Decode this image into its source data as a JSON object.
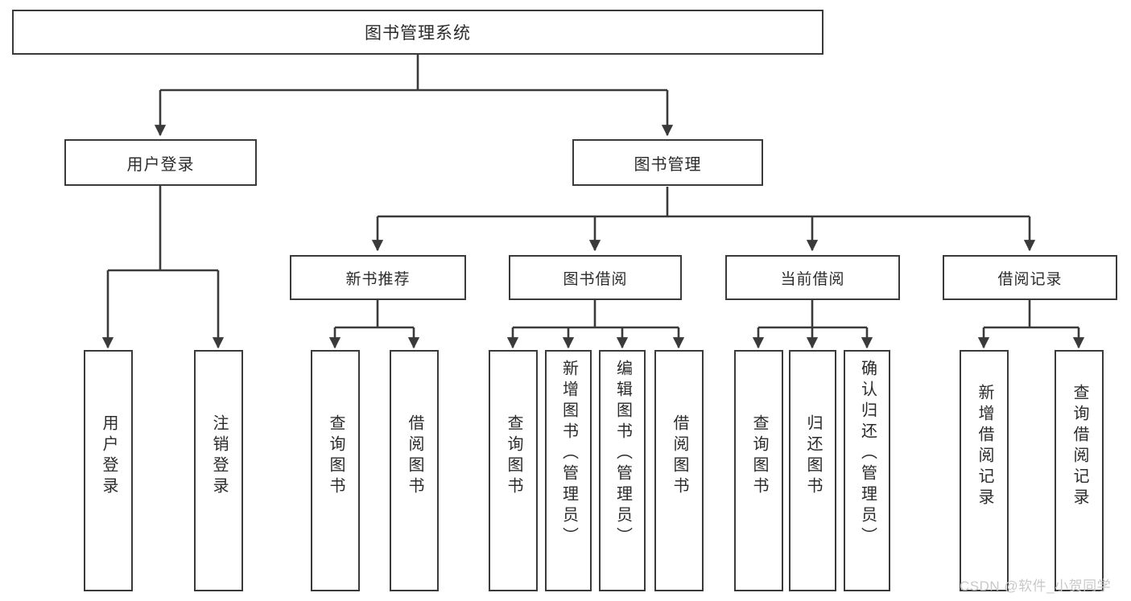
{
  "diagram": {
    "type": "tree",
    "title": "图书管理系统",
    "orientation": "top-down",
    "colors": {
      "background": "#ffffff",
      "box_border": "#3a3a3a",
      "box_fill": "#ffffff",
      "edge": "#3a3a3a",
      "text": "#2b2b2b",
      "watermark": "#c9c9c9"
    },
    "nodes": {
      "root": {
        "label": "图书管理系统",
        "level": 0
      },
      "user_login": {
        "label": "用户登录",
        "level": 1
      },
      "book_manage": {
        "label": "图书管理",
        "level": 1
      },
      "new_book_rec": {
        "label": "新书推荐",
        "level": 2
      },
      "book_borrow": {
        "label": "图书借阅",
        "level": 2
      },
      "current_borrow": {
        "label": "当前借阅",
        "level": 2
      },
      "borrow_record": {
        "label": "借阅记录",
        "level": 2
      },
      "leaf_user_login": {
        "label": "用户登录",
        "level": 3
      },
      "leaf_logout": {
        "label": "注销登录",
        "level": 3
      },
      "leaf_query_book_1": {
        "label": "查询图书",
        "level": 3
      },
      "leaf_borrow_book_1": {
        "label": "借阅图书",
        "level": 3
      },
      "leaf_query_book_2": {
        "label": "查询图书",
        "level": 3
      },
      "leaf_add_book": {
        "label": "新增图书（管理员）",
        "level": 3
      },
      "leaf_edit_book": {
        "label": "编辑图书（管理员）",
        "level": 3
      },
      "leaf_borrow_book_2": {
        "label": "借阅图书",
        "level": 3
      },
      "leaf_query_book_3": {
        "label": "查询图书",
        "level": 3
      },
      "leaf_return_book": {
        "label": "归还图书",
        "level": 3
      },
      "leaf_confirm_return": {
        "label": "确认归还（管理员）",
        "level": 3
      },
      "leaf_add_record": {
        "label": "新增借阅记录",
        "level": 3
      },
      "leaf_query_record": {
        "label": "查询借阅记录",
        "level": 3
      }
    },
    "edges": [
      {
        "from": "root",
        "to": "user_login"
      },
      {
        "from": "root",
        "to": "book_manage"
      },
      {
        "from": "book_manage",
        "to": "new_book_rec"
      },
      {
        "from": "book_manage",
        "to": "book_borrow"
      },
      {
        "from": "book_manage",
        "to": "current_borrow"
      },
      {
        "from": "book_manage",
        "to": "borrow_record"
      },
      {
        "from": "user_login",
        "to": "leaf_user_login"
      },
      {
        "from": "user_login",
        "to": "leaf_logout"
      },
      {
        "from": "new_book_rec",
        "to": "leaf_query_book_1"
      },
      {
        "from": "new_book_rec",
        "to": "leaf_borrow_book_1"
      },
      {
        "from": "book_borrow",
        "to": "leaf_query_book_2"
      },
      {
        "from": "book_borrow",
        "to": "leaf_add_book"
      },
      {
        "from": "book_borrow",
        "to": "leaf_edit_book"
      },
      {
        "from": "book_borrow",
        "to": "leaf_borrow_book_2"
      },
      {
        "from": "current_borrow",
        "to": "leaf_query_book_3"
      },
      {
        "from": "current_borrow",
        "to": "leaf_return_book"
      },
      {
        "from": "current_borrow",
        "to": "leaf_confirm_return"
      },
      {
        "from": "borrow_record",
        "to": "leaf_add_record"
      },
      {
        "from": "borrow_record",
        "to": "leaf_query_record"
      }
    ]
  },
  "watermark": {
    "text": "CSDN @软件_小贺同学"
  }
}
